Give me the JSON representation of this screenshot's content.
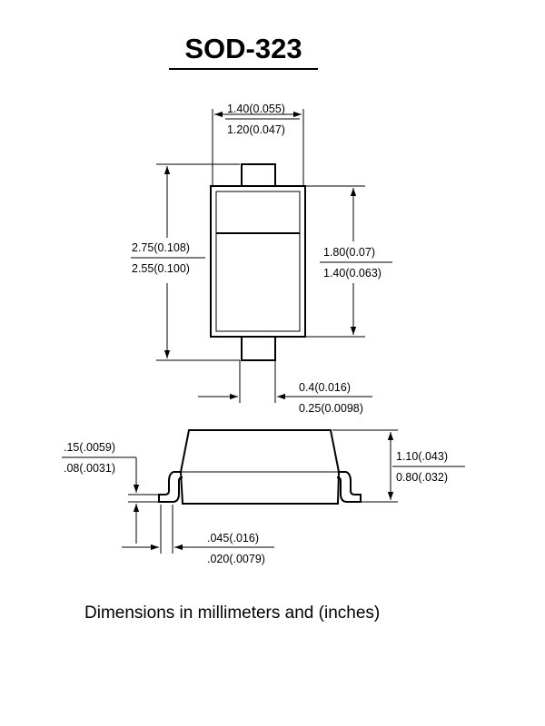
{
  "title": "SOD-323",
  "dimensions": {
    "width_max": "1.40(0.055)",
    "width_min": "1.20(0.047)",
    "length_max": "2.75(0.108)",
    "length_min": "2.55(0.100)",
    "body_max": "1.80(0.07)",
    "body_min": "1.40(0.063)",
    "lead_width_max": "0.4(0.016)",
    "lead_width_min": "0.25(0.0098)",
    "lead_thick_max": ".15(.0059)",
    "lead_thick_min": ".08(.0031)",
    "height_max": "1.10(.043)",
    "height_min": "0.80(.032)",
    "standoff_max": ".045(.016)",
    "standoff_min": ".020(.0079)"
  },
  "footnote": "Dimensions in millimeters and (inches)"
}
